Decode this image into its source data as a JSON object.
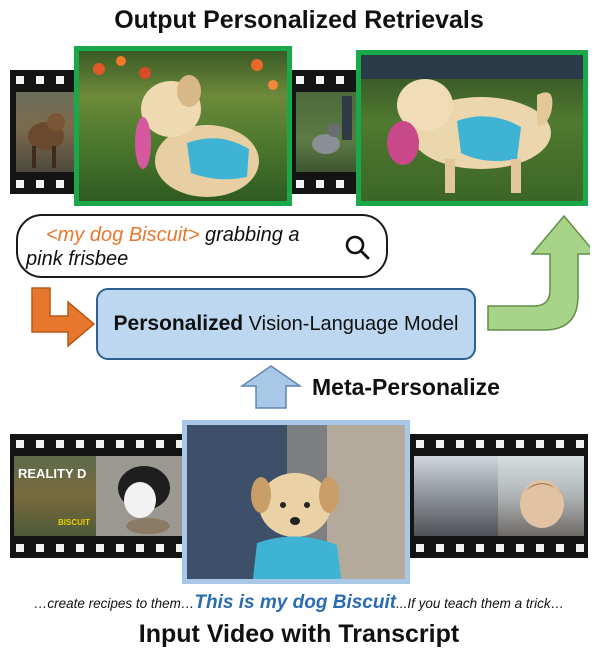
{
  "header": {
    "title": "Output Personalized Retrievals"
  },
  "query": {
    "concept_token": "<my dog Biscuit>",
    "text_line1": " grabbing a",
    "text_line2": "pink frisbee"
  },
  "model": {
    "bold_label": "Personalized",
    "rest_label": " Vision-Language Model"
  },
  "meta_label": "Meta-Personalize",
  "input_film": {
    "overlay_text_1": "REALITY D",
    "overlay_text_2": "BISCUIT"
  },
  "transcript": {
    "before": "…create recipes to them…",
    "highlight": "This is my dog Biscuit",
    "after": "...If you teach them a trick…"
  },
  "footer": {
    "title": "Input Video with Transcript"
  },
  "colors": {
    "green_border": "#19a84a",
    "blue_border": "#a9c8e8",
    "model_fill": "#bcd7ef",
    "model_stroke": "#2f5f93",
    "orange_arrow": "#e8772e",
    "green_arrow": "#a8d48a",
    "blue_arrow": "#a9c8e8",
    "concept_orange": "#e8772e",
    "transcript_blue": "#2b6cb0"
  }
}
